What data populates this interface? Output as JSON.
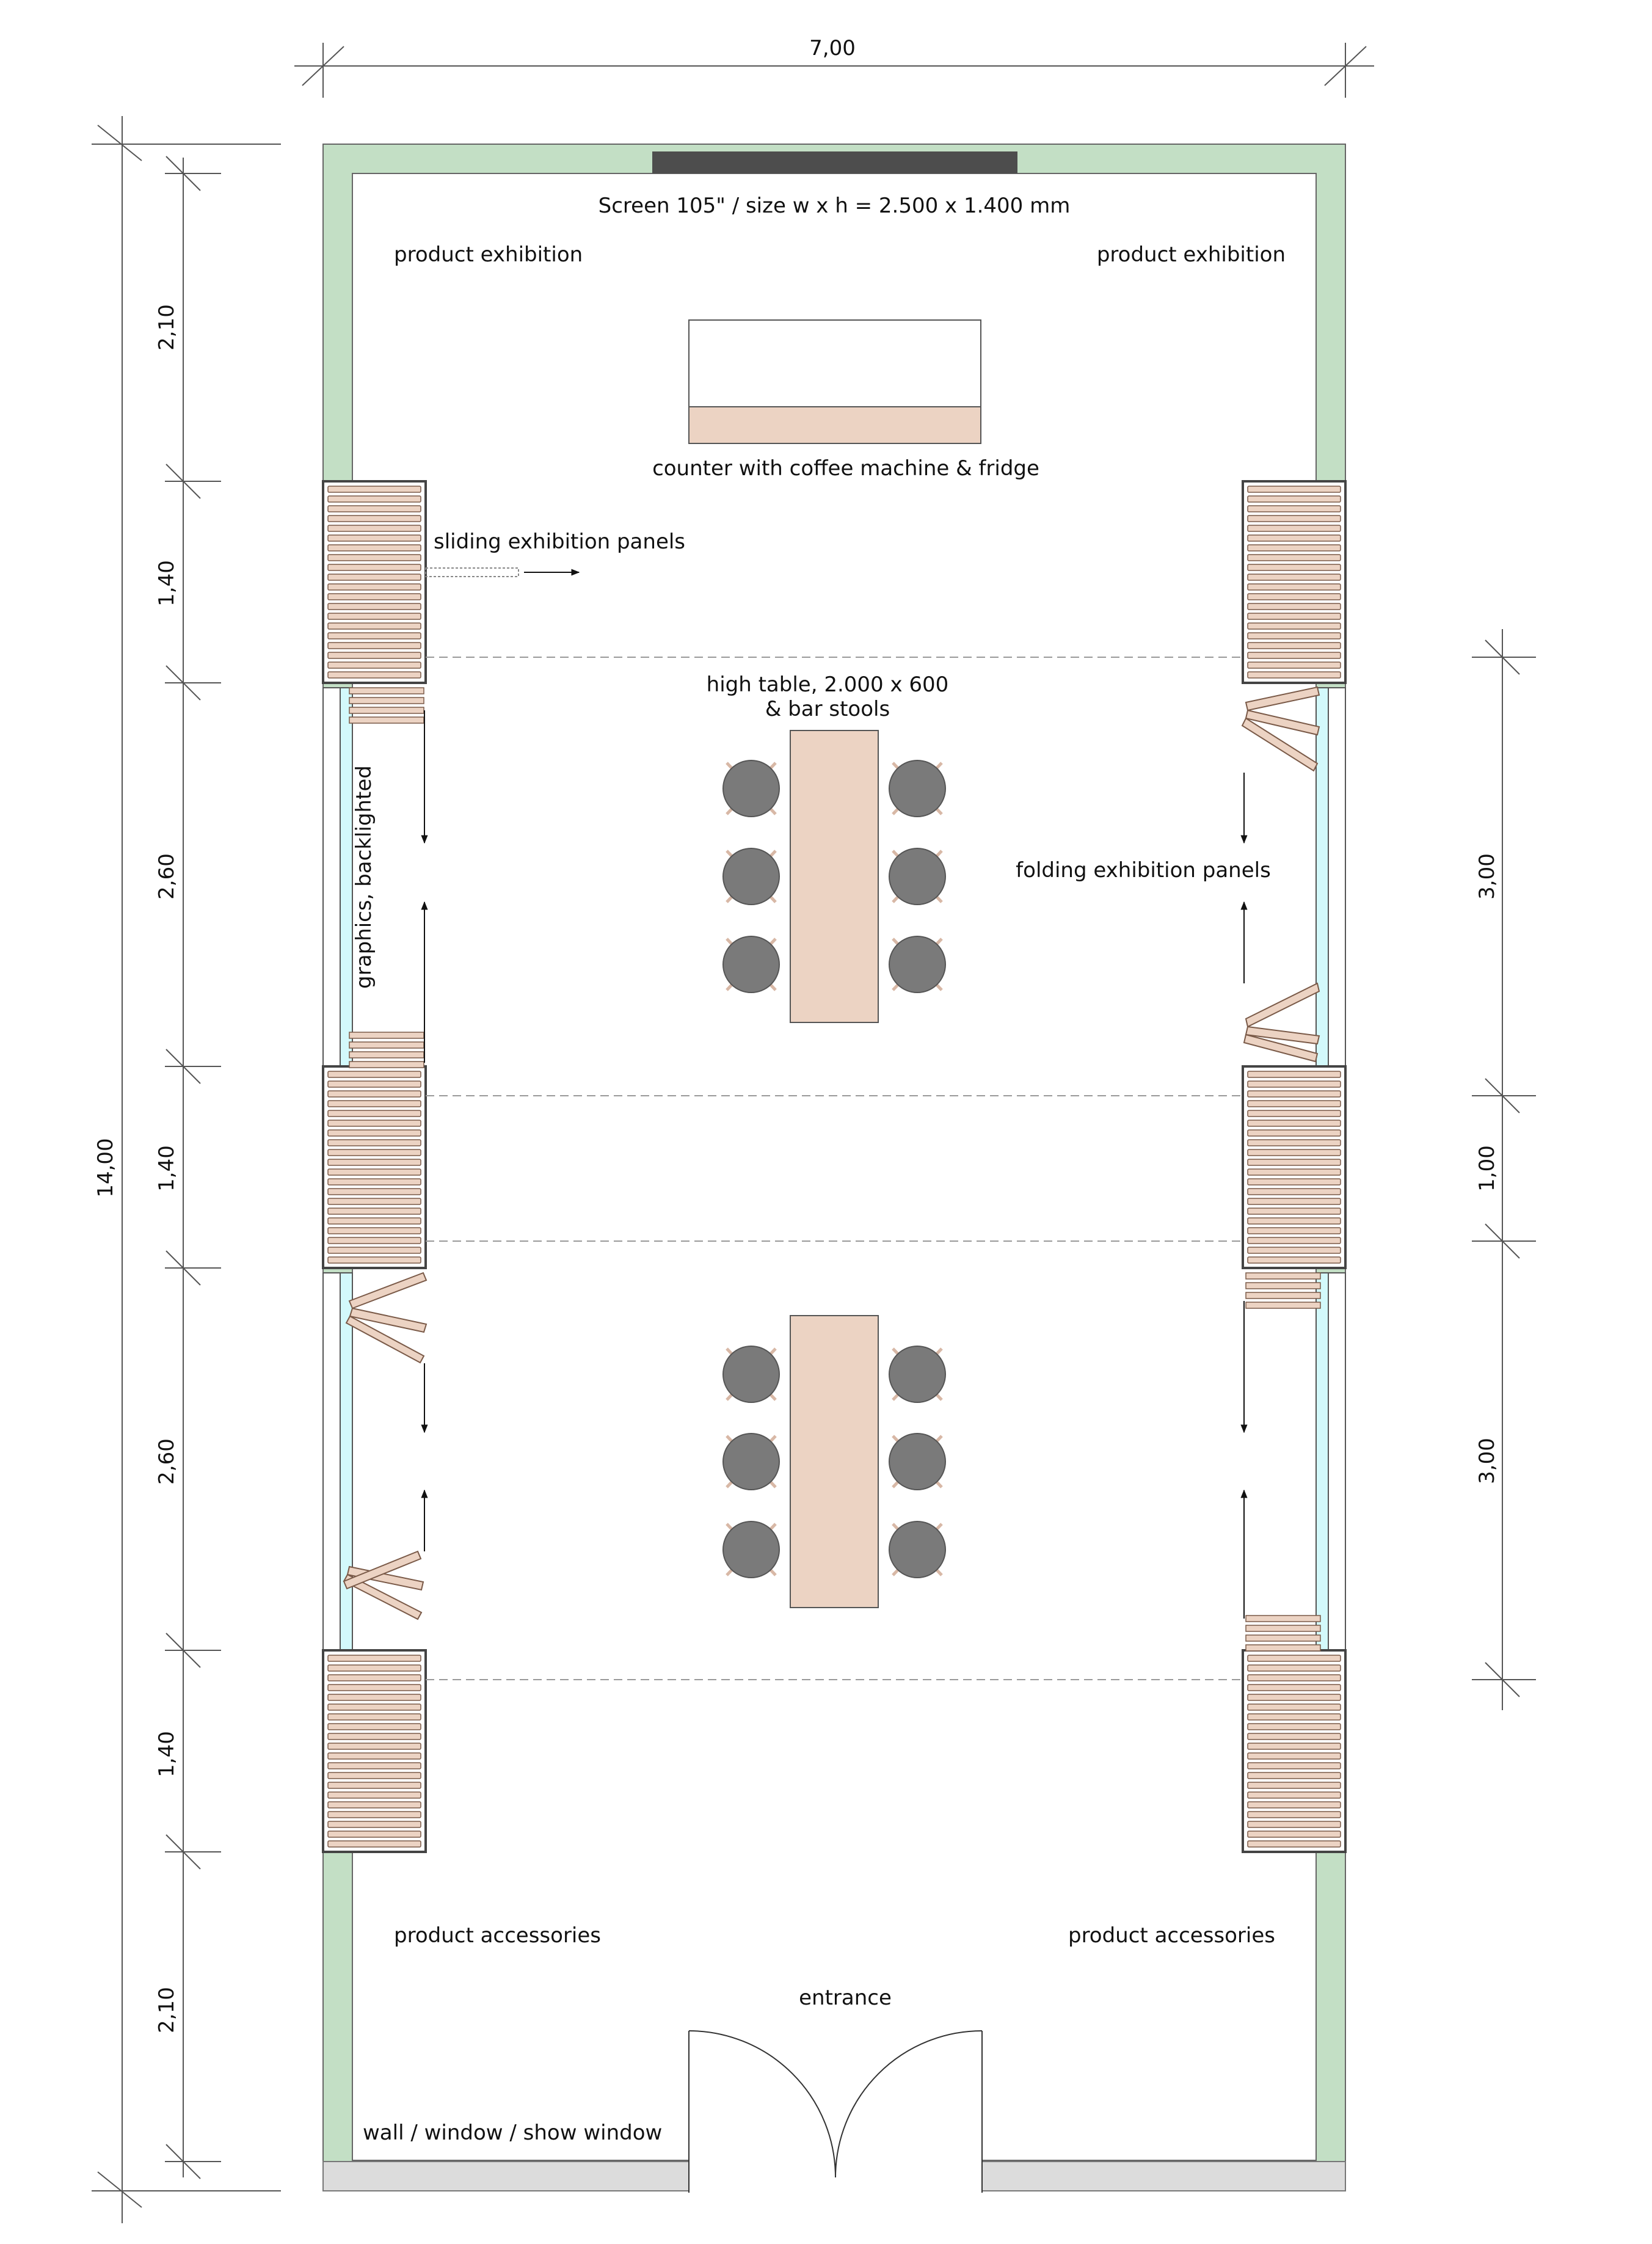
{
  "colors": {
    "wall_green": "#c3dfc5",
    "glass_cyan": "#d3f9fb",
    "wood": "#ecd3c3",
    "chair_grey": "#7a7a7a",
    "screen": "#4d4d4d",
    "front_wall_grey": "#dcdcdc",
    "line": "#333333"
  },
  "dimensions": {
    "width": "7,00",
    "total_length": "14,00",
    "left_segments": [
      "2,10",
      "1,40",
      "2,60",
      "1,40",
      "2,60",
      "1,40",
      "2,10"
    ],
    "right_segments": [
      "3,00",
      "1,00",
      "3,00"
    ]
  },
  "labels": {
    "screen": "Screen 105\" / size w x h =  2.500 x 1.400 mm",
    "product_exhibition_left": "product exhibition",
    "product_exhibition_right": "product exhibition",
    "counter": "counter with coffee machine & fridge",
    "sliding_panels": "sliding exhibition panels",
    "high_table_line1": "high table, 2.000 x 600",
    "high_table_line2": "& bar stools",
    "graphics": "graphics, backlighted",
    "folding_panels": "folding exhibition panels",
    "product_accessories_left": "product accessories",
    "product_accessories_right": "product accessories",
    "entrance": "entrance",
    "front_wall": "wall / window / show window"
  },
  "icons": {
    "chair": "bar-stool-icon",
    "arrow": "arrow-icon",
    "door": "double-door-icon"
  }
}
